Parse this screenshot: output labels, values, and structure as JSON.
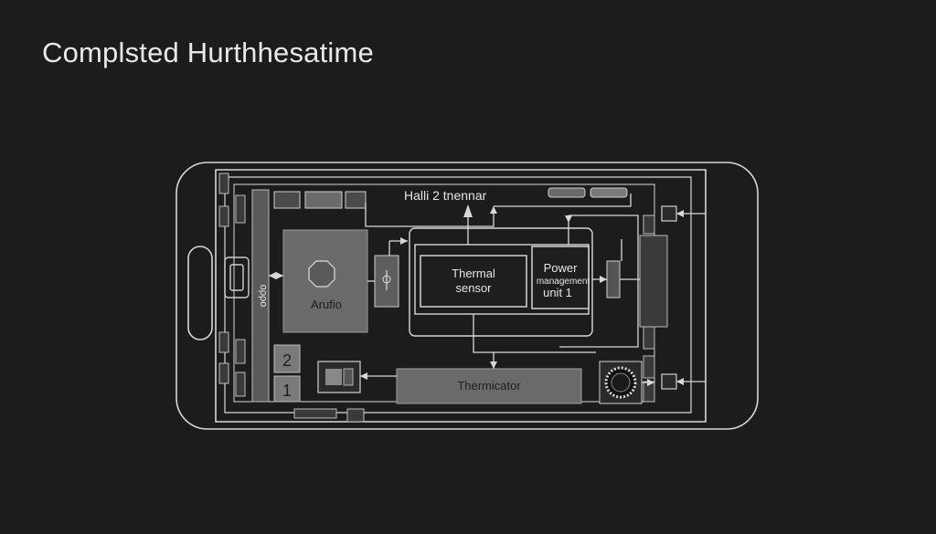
{
  "title": "Complsted Hurthhesatime",
  "diagram": {
    "heading": "Halli 2 tnennar",
    "blocks": {
      "arufio": "Arufio",
      "thermal_sensor_line1": "Thermal",
      "thermal_sensor_line2": "sensor",
      "pmu_line1": "Power",
      "pmu_line2": "management",
      "pmu_line3": "unit 1",
      "thermicator": "Thermicator",
      "slot_2": "2",
      "slot_1": "1",
      "vertical_label": "oρρo"
    }
  },
  "colors": {
    "background": "#1c1c1c",
    "line": "#d8d8d8",
    "block_fill": "#6a6a6a",
    "block_dark": "#4a4a4a"
  }
}
